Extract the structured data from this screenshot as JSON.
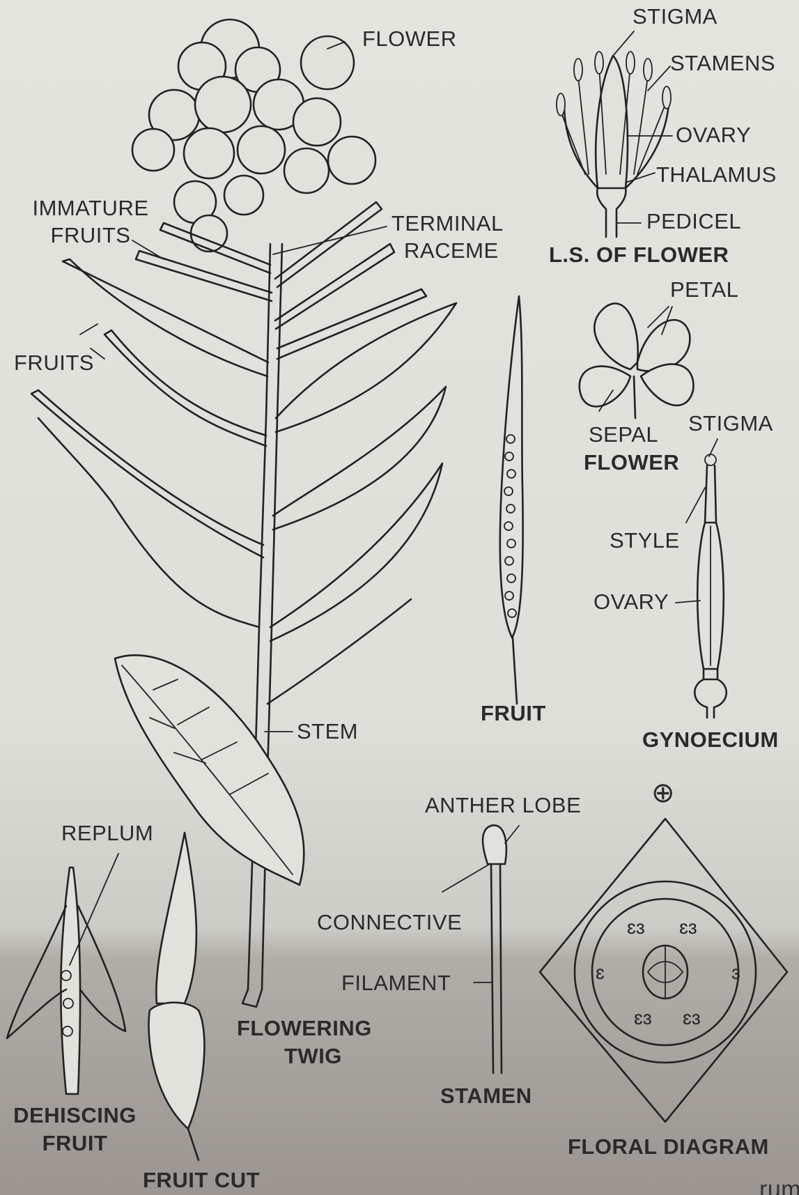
{
  "labels": {
    "flower": "FLOWER",
    "immature_fruits_1": "IMMATURE",
    "immature_fruits_2": "FRUITS",
    "terminal_raceme_1": "TERMINAL",
    "terminal_raceme_2": "RACEME",
    "fruits": "FRUITS",
    "stem": "STEM",
    "replum": "REPLUM",
    "flowering_twig_1": "FLOWERING",
    "flowering_twig_2": "TWIG",
    "dehiscing_fruit_1": "DEHISCING",
    "dehiscing_fruit_2": "FRUIT",
    "fruit_cut": "FRUIT CUT",
    "fruit": "FRUIT",
    "ls_stigma": "STIGMA",
    "ls_stamens": "STAMENS",
    "ls_ovary": "OVARY",
    "ls_thalamus": "THALAMUS",
    "ls_pedicel": "PEDICEL",
    "ls_of_flower": "L.S. OF FLOWER",
    "petal": "PETAL",
    "sepal": "SEPAL",
    "flower_caption": "FLOWER",
    "gyn_stigma": "STIGMA",
    "style": "STYLE",
    "gyn_ovary": "OVARY",
    "gynoecium": "GYNOECIUM",
    "actinomorphic_symbol": "⊕",
    "anther_lobe": "ANTHER LOBE",
    "connective": "CONNECTIVE",
    "filament": "FILAMENT",
    "stamen": "STAMEN",
    "floral_diagram": "FLORAL DIAGRAM",
    "page_fragment": "rumo"
  }
}
